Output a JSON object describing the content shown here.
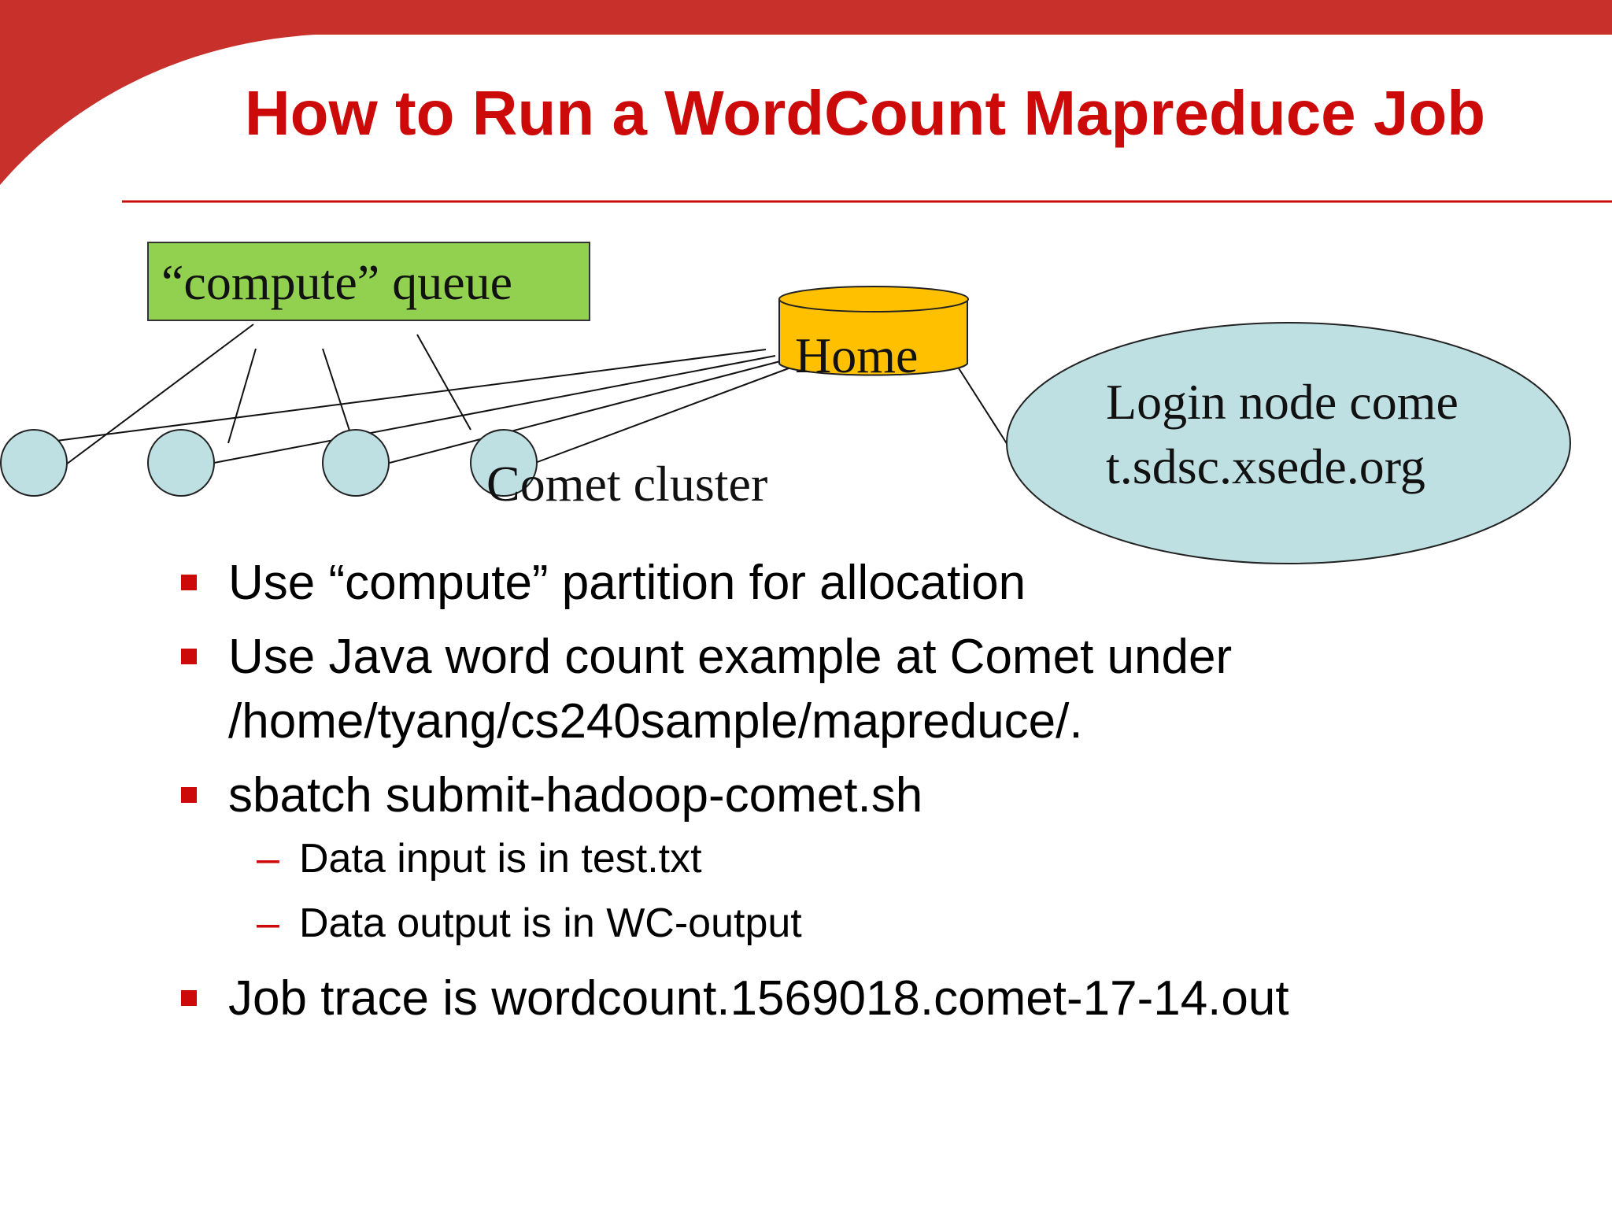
{
  "title": "How to Run a WordCount Mapreduce Job",
  "theme": {
    "accent": "#cc0a0a",
    "queue_fill": "#92d050",
    "home_fill": "#ffc000",
    "node_fill": "#bfe0e2"
  },
  "diagram": {
    "queue_label": "“compute” queue",
    "home_label": "Home",
    "cluster_label": "Comet cluster",
    "login_label": "Login node comet.sdsc.xsede.org"
  },
  "bullets": [
    {
      "text": "Use “compute” partition for allocation"
    },
    {
      "text": "Use Java word count example at Comet under /home/tyang/cs240sample/mapreduce/."
    },
    {
      "text": "sbatch submit-hadoop-comet.sh"
    },
    {
      "text": "Job trace is wordcount.1569018.comet-17-14.out"
    }
  ],
  "subbullets": [
    {
      "dash": "–",
      "text": "Data input is in test.txt"
    },
    {
      "dash": "–",
      "text": "Data output is in WC-output"
    }
  ]
}
